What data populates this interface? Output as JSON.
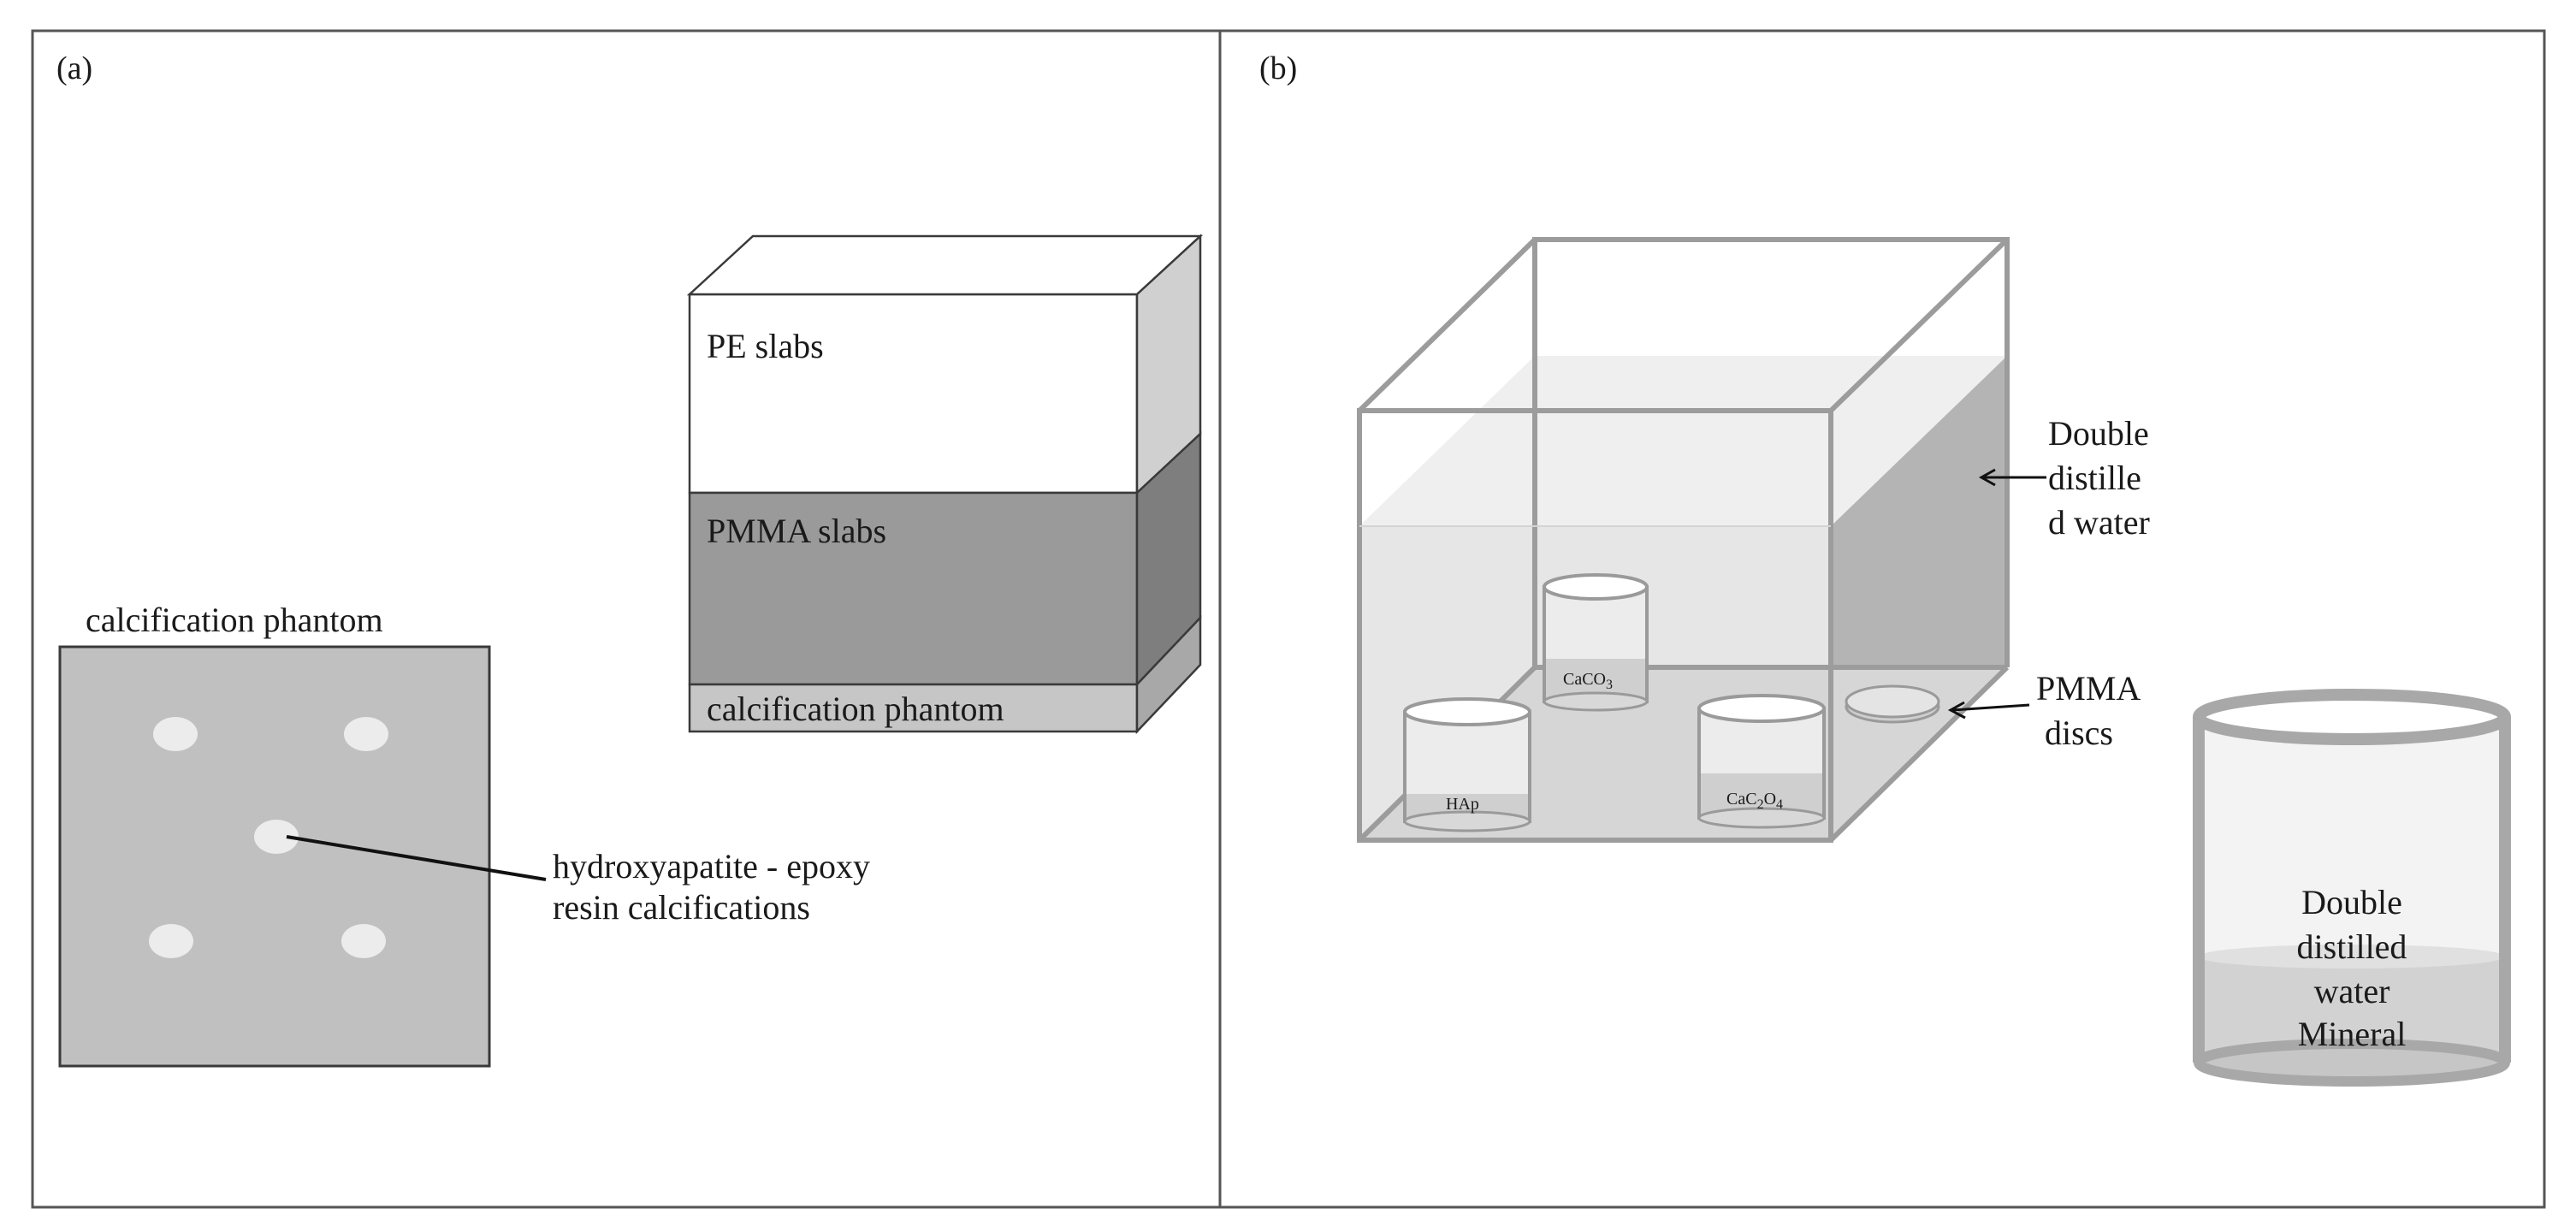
{
  "panel_a": {
    "label": "(a)",
    "phantom_title": "calcification phantom",
    "stack_layers": {
      "pe": "PE slabs",
      "pmma": "PMMA slabs",
      "phantom": "calcification phantom"
    },
    "callout": {
      "line1": "hydroxyapatite - epoxy",
      "line2": "resin calcifications"
    }
  },
  "panel_b": {
    "label": "(b)",
    "tank_water_label": [
      "Double",
      "distille",
      "d water"
    ],
    "discs_label": [
      "PMMA",
      "discs"
    ],
    "cups": {
      "hap": "HAp",
      "caco3": {
        "base": "CaCO",
        "sub": "3"
      },
      "cac2o4": {
        "base": "CaC",
        "sub1": "2",
        "mid": "O",
        "sub2": "4"
      }
    },
    "beaker": {
      "water": [
        "Double",
        "distilled",
        "water"
      ],
      "mineral": "Mineral"
    }
  },
  "colors": {
    "outline": "#3a3a3a",
    "phantom_fill": "#c0c0c0",
    "pmma_fill": "#9a9a9a",
    "water_side": "#b4b4b4",
    "glass_frame": "#9c9c9c"
  }
}
